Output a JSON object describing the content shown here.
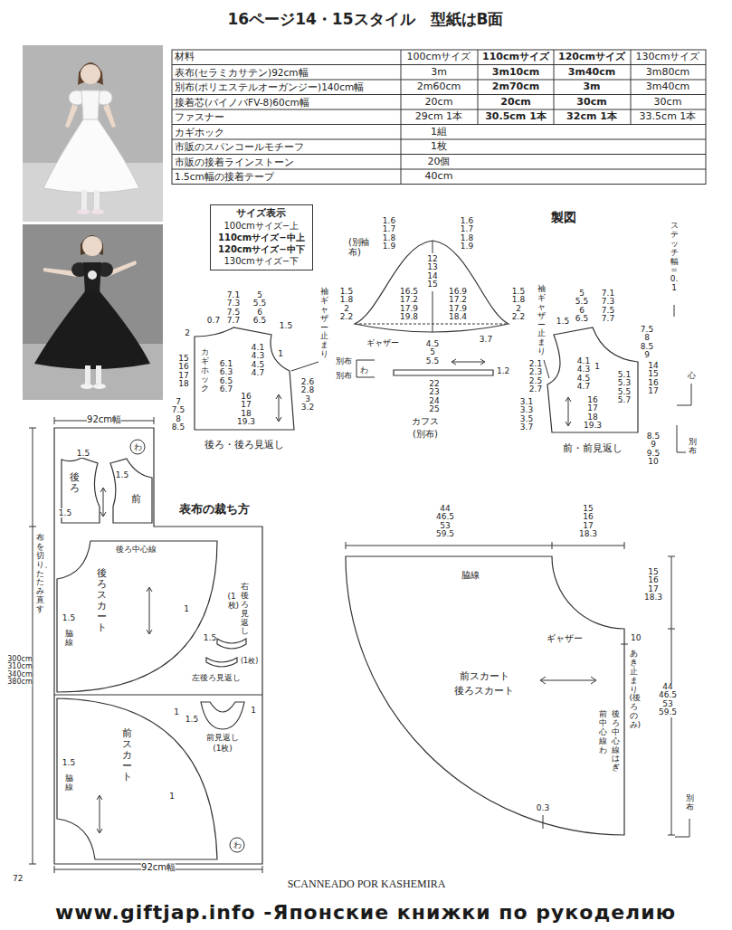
{
  "diagram": {
    "title": "16ページ14・15スタイル　型紙はB面",
    "nodes": [
      {
        "text": [
          "サイズ表示",
          "100cmサイズ−上",
          "110cmサイズ−中上",
          "120cmサイズ−中下",
          "130cmサイズ−下"
        ]
      },
      {
        "text": [
          "袖",
          "(別布)"
        ]
      },
      {
        "text": [
          "カフス",
          "(別布)"
        ]
      },
      {
        "text": [
          "後ろ・後ろ見返し"
        ]
      },
      {
        "text": [
          "前・前見返し"
        ]
      },
      {
        "text": [
          "前スカート",
          "後ろスカート"
        ]
      },
      {
        "text": [
          "表布の裁ち方"
        ]
      },
      {
        "text": [
          "後ろ"
        ],
        "in": 6
      },
      {
        "text": [
          "前"
        ],
        "in": 6
      },
      {
        "text": [
          "後ろスカート"
        ],
        "in": 6
      },
      {
        "text": [
          "右後ろ見返し",
          "(1枚)"
        ],
        "in": 6
      },
      {
        "text": [
          "左後ろ見返し",
          "(1枚)"
        ],
        "in": 6
      },
      {
        "text": [
          "前見返し",
          "(1枚)"
        ],
        "in": 6
      },
      {
        "text": [
          "前スカート"
        ],
        "in": 6
      }
    ],
    "labels": [
      "材料",
      "100cmサイズ",
      "110cmサイズ",
      "120cmサイズ",
      "130cmサイズ",
      "表布(セラミカサテン)92cm幅",
      "3m",
      "3m10cm",
      "3m40cm",
      "3m80cm",
      "別布(ポリエステルオーガンジー)140cm幅",
      "2m60cm",
      "2m70cm",
      "3m",
      "3m40cm",
      "接着芯(バイノバFV-8)60cm幅",
      "20cm",
      "20cm",
      "30cm",
      "30cm",
      "ファスナー",
      "29cm 1本",
      "30.5cm 1本",
      "32cm 1本",
      "33.5cm 1本",
      "カギホック",
      "1組",
      "市販のスパンコールモチーフ",
      "1枚",
      "市販の接着ラインストーン",
      "20個",
      "1.5cm幅の接着テープ",
      "40cm",
      "製図",
      "ステッチ幅=0.1",
      "7.1 7.3 7.5 7.7",
      "5 5.5 6 6.5",
      "0.7",
      "2",
      "1.5",
      "袖ギャザー止まり",
      "15 16 17 18",
      "カギホック",
      "6.1 6.3 6.5 6.7",
      "4.1 4.3 4.5 4.7",
      "1",
      "16 17 18 19.3",
      "2.6 2.8 3 3.2",
      "7 7.5 8 8.5",
      "1.6 1.7 1.8 1.9",
      "1.6 1.7 1.8 1.9",
      "12 13 14 15",
      "16.5 17.2 17.9 19.8",
      "16.9 17.2 17.9 18.4",
      "1.5 1.8 2 2.2",
      "1.5 1.8 2 2.2",
      "ギャザー",
      "4.5 5 5.5",
      "3.7",
      "別布",
      "わ",
      "別布",
      "1.2",
      "22 23 24 25",
      "袖ギャザー止まり",
      "5 5.5 6 6.5",
      "7.1 7.3 7.5 7.7",
      "7.5 8 8.5 9",
      "1.5",
      "2.1 2.3 2.5 2.7",
      "3.1 3.3 3.5 3.7",
      "4.1 4.3 4.5 4.7",
      "1",
      "5.1 5.3 5.5 5.7",
      "16 17 18 19.3",
      "14 15 16 17",
      "心",
      "8.5 9 9.5 10",
      "別布",
      "44 46.5 53 59.5",
      "15 16 17 18.3",
      "脇線",
      "ギャザー",
      "10",
      "あき止まり(後ろのみ)",
      "前中心線わ",
      "後ろ中心線はぎ",
      "15 16 17 18.3",
      "44 46.5 53 59.5",
      "0.3",
      "別布",
      "92cm幅",
      "わ",
      "1.5",
      "1.5",
      "1.5",
      "布を切り、たたみ直す",
      "300cm 310cm 340cm 380cm",
      "後ろ中心線",
      "1",
      "1.5",
      "脇線",
      "1.5",
      "1.5",
      "1",
      "1",
      "1.5",
      "脇線",
      "1",
      "わ",
      "92cm幅",
      "72",
      "SCANNEADO POR KASHEMIRA",
      "www.giftjap.info -Японские книжки по рукоделию"
    ]
  }
}
